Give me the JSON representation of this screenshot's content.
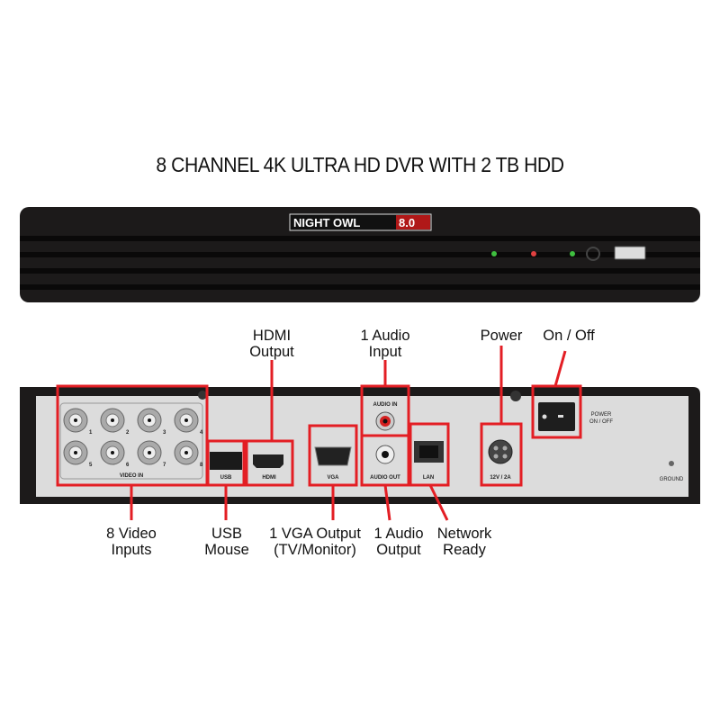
{
  "title": "8 CHANNEL 4K ULTRA HD DVR WITH 2 TB HDD",
  "front_panel": {
    "logo": "NIGHT OWL",
    "logo_version": "8.0",
    "led_colors": [
      "#3fbf3f",
      "#e04040",
      "#3fbf3f"
    ]
  },
  "rear_panel": {
    "port_labels": {
      "video_in": "VIDEO IN",
      "usb": "USB",
      "hdmi": "HDMI",
      "vga": "VGA",
      "audio_in": "AUDIO IN",
      "audio_out": "AUDIO OUT",
      "lan": "LAN",
      "power": "12V / 2A",
      "switch_line1": "POWER",
      "switch_line2": "ON / OFF",
      "ground": "GROUND"
    },
    "channel_numbers": [
      "1",
      "2",
      "3",
      "4",
      "5",
      "6",
      "7",
      "8"
    ]
  },
  "callouts": {
    "hdmi": [
      "HDMI",
      "Output"
    ],
    "audio_in": [
      "1 Audio",
      "Input"
    ],
    "power": [
      "Power"
    ],
    "on_off": [
      "On / Off"
    ],
    "video": [
      "8 Video",
      "Inputs"
    ],
    "usb": [
      "USB",
      "Mouse"
    ],
    "vga": [
      "1 VGA Output",
      "(TV/Monitor)"
    ],
    "audio_out": [
      "1 Audio",
      "Output"
    ],
    "network": [
      "Network",
      "Ready"
    ]
  },
  "highlight_color": "#e31e24"
}
